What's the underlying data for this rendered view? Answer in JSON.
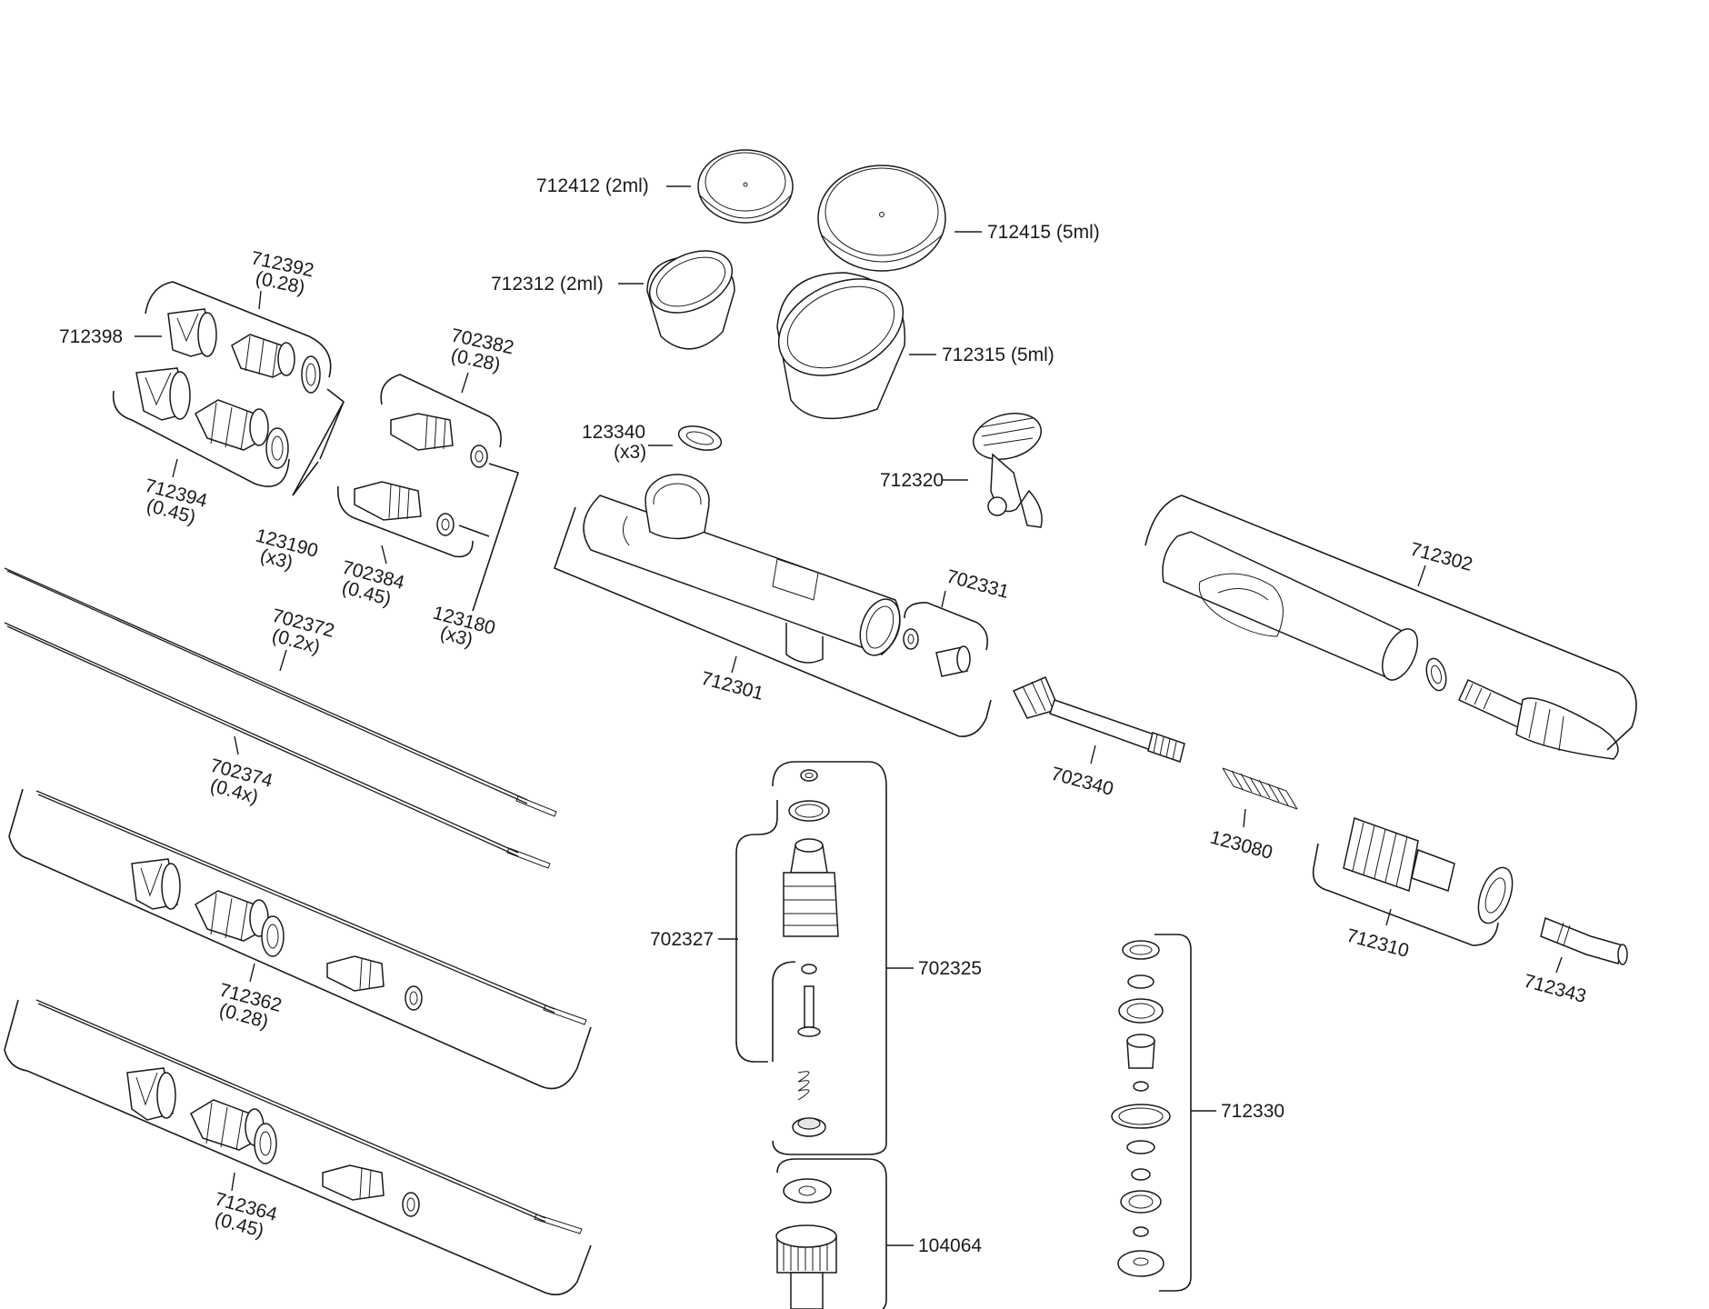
{
  "diagram": {
    "labels": {
      "l712412": "712412 (2ml)",
      "l712415": "712415 (5ml)",
      "l712312": "712312 (2ml)",
      "l712315": "712315 (5ml)",
      "l712392": "712392",
      "l712392_size": "(0.28)",
      "l712398": "712398",
      "l712394": "712394",
      "l712394_size": "(0.45)",
      "l123190": "123190",
      "l123190_qty": "(x3)",
      "l702382": "702382",
      "l702382_size": "(0.28)",
      "l702384": "702384",
      "l702384_size": "(0.45)",
      "l123180": "123180",
      "l123180_qty": "(x3)",
      "l123340": "123340",
      "l123340_qty": "(x3)",
      "l712320": "712320",
      "l712302": "712302",
      "l702331": "702331",
      "l712301": "712301",
      "l702372": "702372",
      "l702372_size": "(0.2x)",
      "l702374": "702374",
      "l702374_size": "(0.4x)",
      "l702340": "702340",
      "l123080": "123080",
      "l712310": "712310",
      "l712343": "712343",
      "l702327": "702327",
      "l702325": "702325",
      "l712362": "712362",
      "l712362_size": "(0.28)",
      "l712364": "712364",
      "l712364_size": "(0.45)",
      "l712330": "712330",
      "l104064": "104064"
    }
  }
}
